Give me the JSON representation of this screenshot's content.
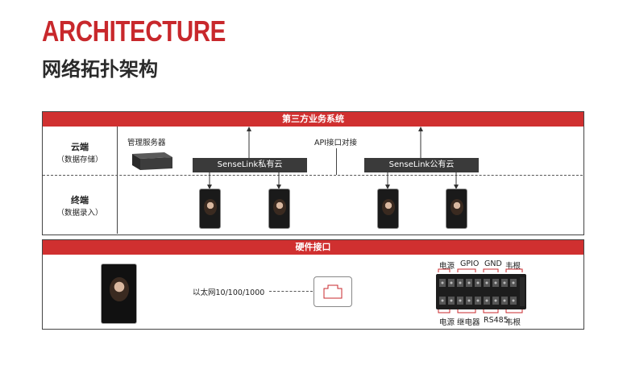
{
  "header": {
    "title_en": "ARCHITECTURE",
    "title_zh": "网络拓扑架构"
  },
  "topology": {
    "top_bar": "第三方业务系统",
    "cloud_label": "云端",
    "cloud_sub": "（数据存储）",
    "terminal_label": "终端",
    "terminal_sub": "（数据录入）",
    "server_label": "管理服务器",
    "api_label": "API接口对接",
    "private_cloud": "SenseLink私有云",
    "public_cloud": "SenseLink公有云"
  },
  "hardware": {
    "bar": "硬件接口",
    "ethernet_label": "以太网10/100/1000",
    "top_labels": [
      "电源",
      "GPIO",
      "GND",
      "韦根"
    ],
    "bottom_labels": [
      "电源",
      "继电器",
      "RS485",
      "韦根"
    ]
  },
  "colors": {
    "accent": "#c8282c",
    "bar": "#d03030",
    "dark": "#3a3a3a"
  }
}
